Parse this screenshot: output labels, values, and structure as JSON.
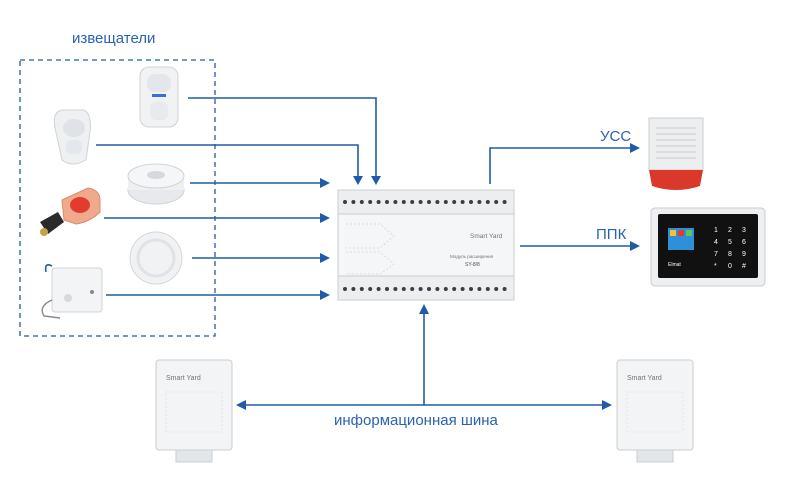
{
  "labels": {
    "detectors": "извещатели",
    "uss": "УСС",
    "ppk": "ППК",
    "bus": "информационная шина"
  },
  "module": {
    "brand": "Smart Yard",
    "title": "Модуль расширения",
    "model": "SY-8/8"
  },
  "remote_module": {
    "brand": "Smart Yard"
  },
  "panel": {
    "brand": "Elmat"
  },
  "keypad_keys": [
    "1",
    "2",
    "3",
    "4",
    "5",
    "6",
    "7",
    "8",
    "9",
    "*",
    "0",
    "#"
  ],
  "colors": {
    "line": "#1f5ca8",
    "label": "#2a63b0",
    "siren_red": "#d9382b",
    "panel_dark": "#111111",
    "button_red": "#e23b2f"
  }
}
